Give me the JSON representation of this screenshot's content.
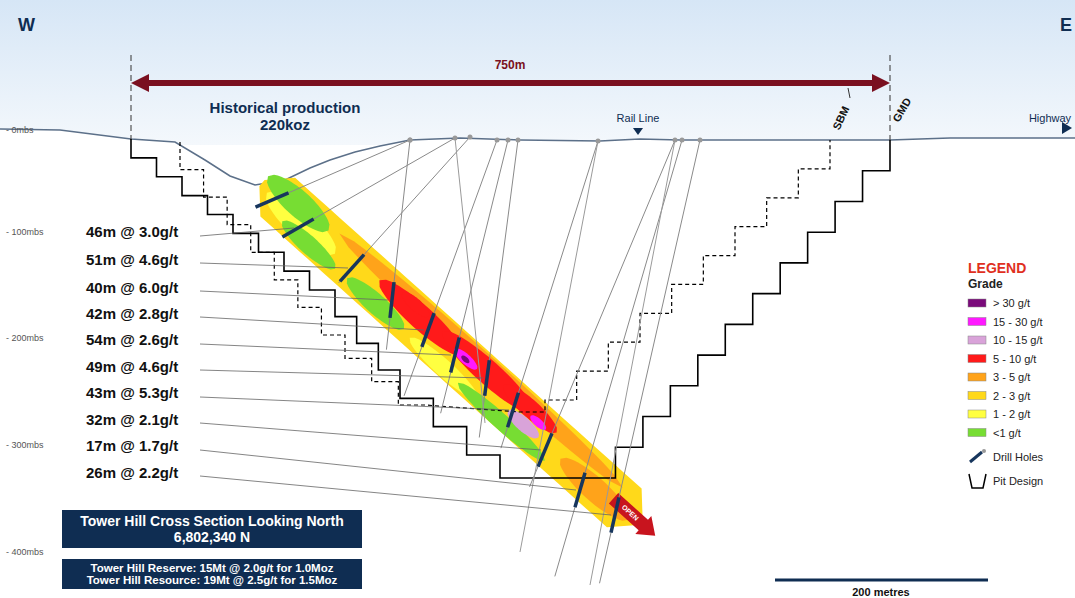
{
  "diagram": {
    "nodes": [
      {
        "text": [
          "Tower Hill Cross Section Looking North",
          "6,802,340 N"
        ]
      },
      {
        "text": [
          "Tower Hill Reserve: 15Mt @ 2.0g/t for 1.0Moz",
          "Tower Hill Resource: 19Mt @ 2.5g/t for 1.5Moz"
        ]
      }
    ],
    "labels": [
      "W",
      "E",
      "750m",
      "Historical production 220koz",
      "Rail Line",
      "SBM",
      "GMD",
      "Highway",
      "- 0mbs",
      "- 100mbs",
      "- 200mbs",
      "- 300mbs",
      "- 400mbs",
      "46m @ 3.0g/t",
      "51m @ 4.6g/t",
      "40m @ 6.0g/t",
      "42m @ 2.8g/t",
      "54m @ 2.6g/t",
      "49m @ 4.6g/t",
      "43m @ 5.3g/t",
      "32m @ 2.1g/t",
      "17m @ 1.7g/t",
      "26m @ 2.2g/t",
      "LEGEND",
      "Grade",
      "OPEN",
      "200 metres"
    ],
    "legend": [
      {
        "text": "> 30 g/t",
        "color": "#7a0a7a"
      },
      {
        "text": "15 - 30 g/t",
        "color": "#ff19ff"
      },
      {
        "text": "10 - 15 g/t",
        "color": "#d9a3d9"
      },
      {
        "text": "5 - 10 g/t",
        "color": "#ff1a1a"
      },
      {
        "text": "3 - 5 g/t",
        "color": "#ffa31a"
      },
      {
        "text": "2 - 3 g/t",
        "color": "#ffd91a"
      },
      {
        "text": "1 - 2 g/t",
        "color": "#ffff40"
      },
      {
        "text": "<1 g/t",
        "color": "#77dd33"
      },
      {
        "text": "Drill Holes"
      },
      {
        "text": "Pit Design"
      }
    ]
  }
}
